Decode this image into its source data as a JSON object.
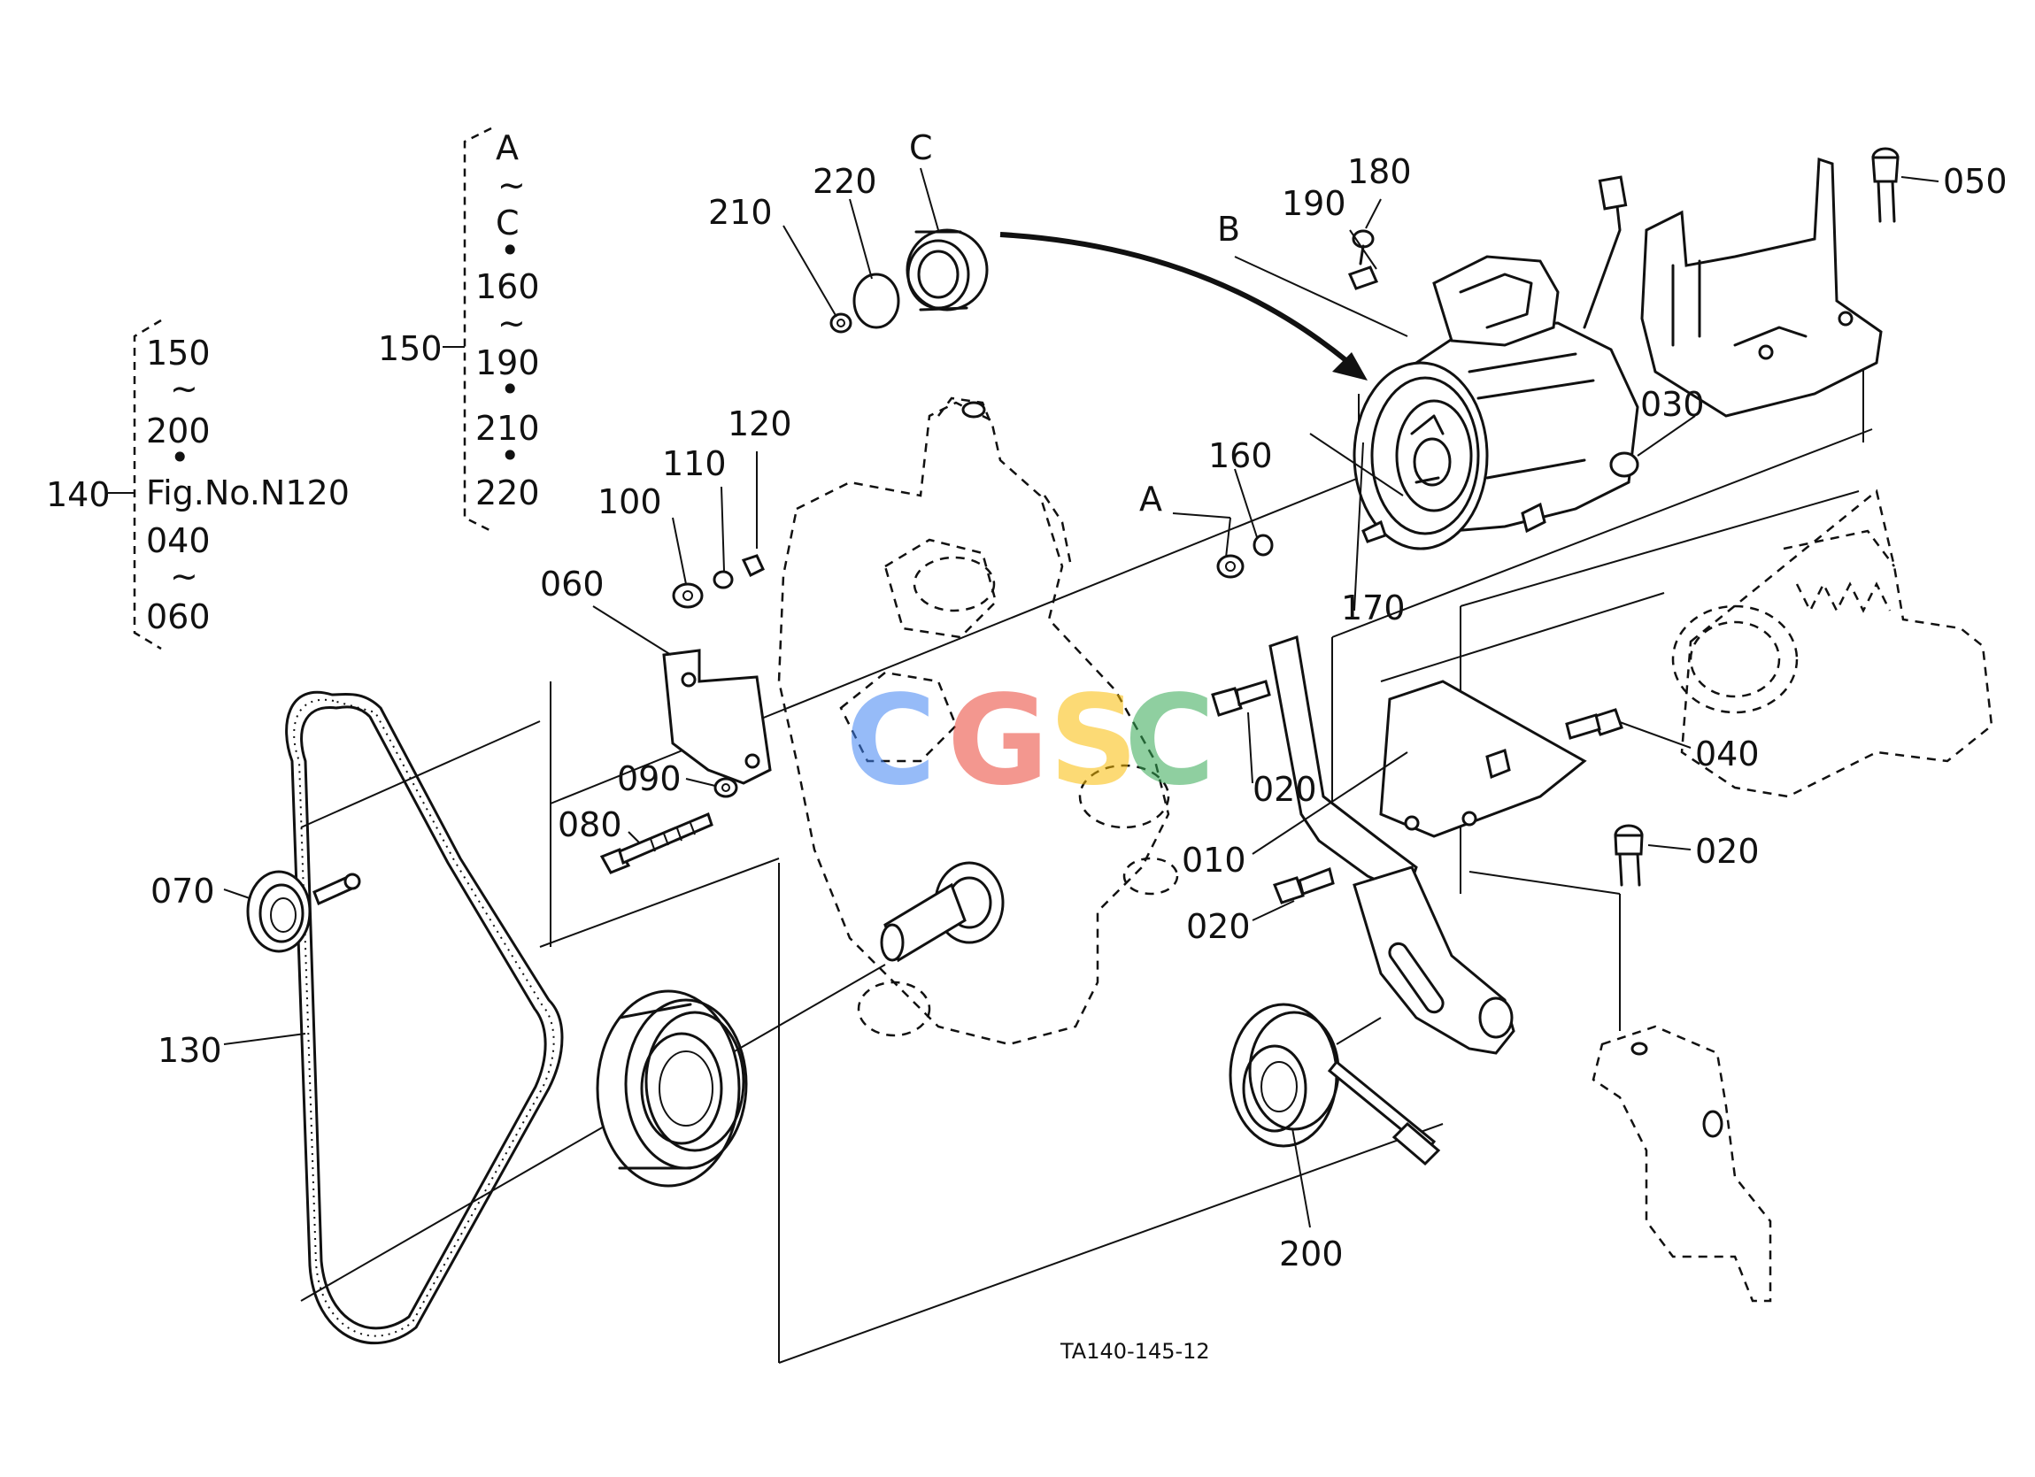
{
  "part_labels": {
    "p010": "010",
    "p020a": "020",
    "p020b": "020",
    "p020c": "020",
    "p030": "030",
    "p040": "040",
    "p050": "050",
    "p060": "060",
    "p070": "070",
    "p080": "080",
    "p090": "090",
    "p100": "100",
    "p110": "110",
    "p120": "120",
    "p130": "130",
    "p160": "160",
    "p170": "170",
    "p180": "180",
    "p190": "190",
    "p200": "200",
    "p210": "210",
    "p220": "220"
  },
  "ref_letters": {
    "A": "A",
    "B": "B",
    "C": "C"
  },
  "group_140": {
    "label": "140",
    "lines": [
      "150",
      "~",
      "200",
      "•",
      "Fig.No.N120",
      "040",
      "~",
      "060"
    ]
  },
  "group_150": {
    "label": "150",
    "lines": [
      "A",
      "~",
      "C",
      "•",
      "160",
      "~",
      "190",
      "•",
      "210",
      "•",
      "220"
    ]
  },
  "figure_code": "TA140-145-12",
  "watermark": {
    "letters": [
      "C",
      "G",
      "S",
      "C"
    ],
    "colors": [
      "#4285f4",
      "#ea4335",
      "#fbbc05",
      "#34a853"
    ]
  }
}
